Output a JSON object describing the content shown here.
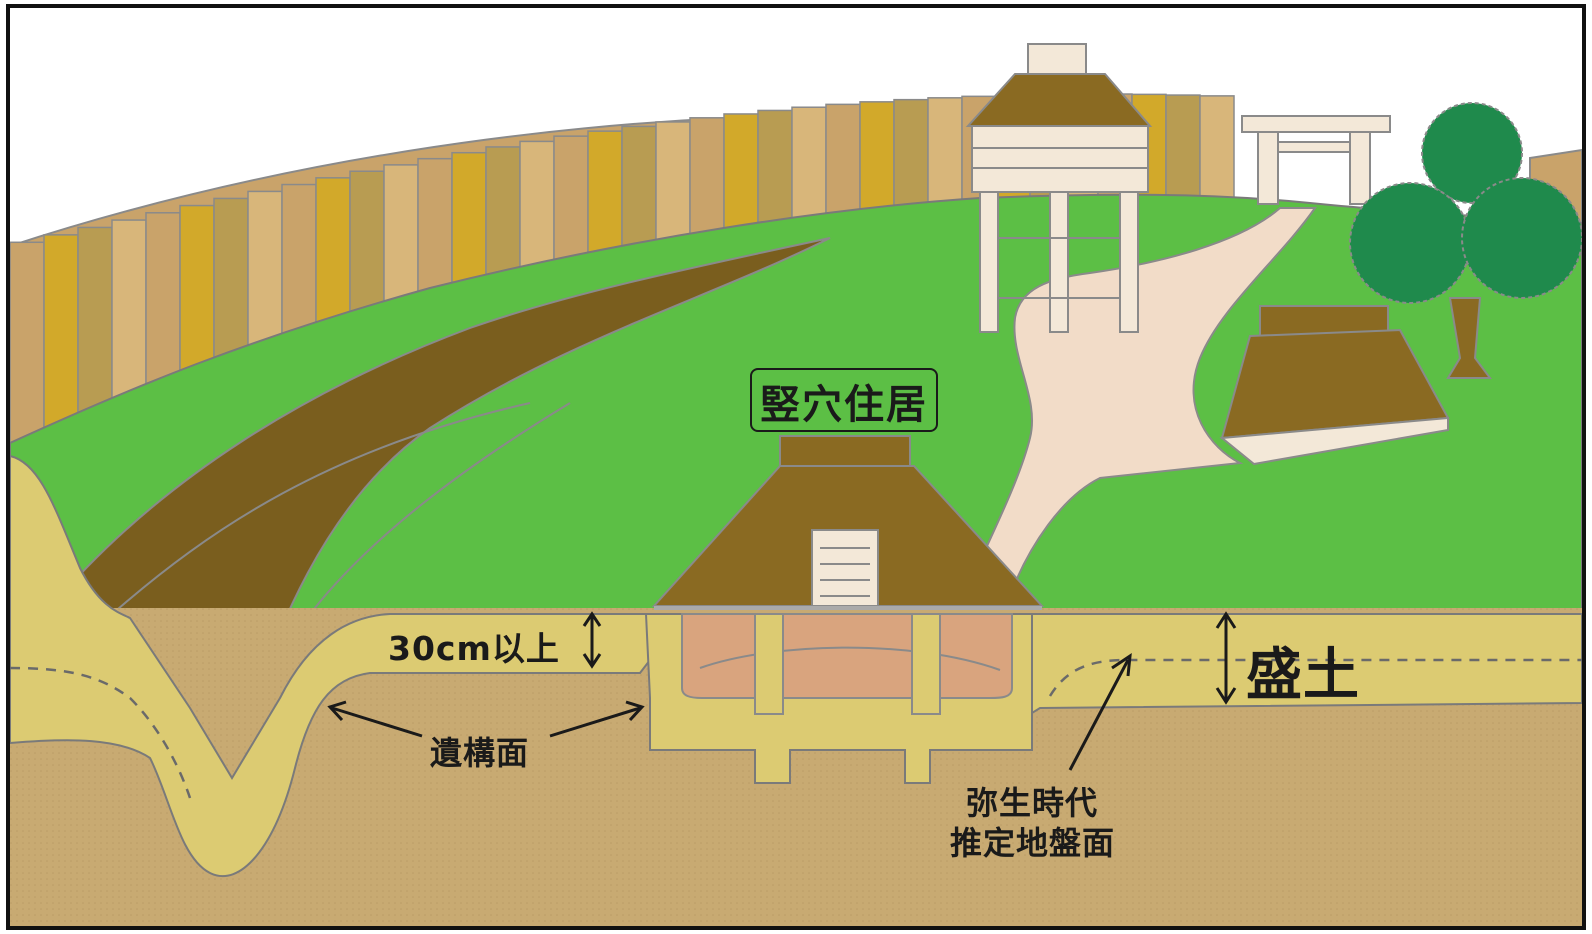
{
  "labels": {
    "pit_dwelling": "竪穴住居",
    "thickness": "30cm以上",
    "fill_soil": "盛土",
    "feature_surface": "遺構面",
    "yayoi_surface_line1": "弥生時代",
    "yayoi_surface_line2": "推定地盤面"
  },
  "colors": {
    "grass": "#5cbf45",
    "ditch_soil": "#7a5e1e",
    "roof": "#8a6a22",
    "fill_soil": "#dccb72",
    "base_soil": "#c8aa72",
    "path": "#f2dcc8",
    "tree": "#1f8a4c",
    "outline": "#7a7a7a"
  },
  "icons": [
    "up-down-arrow-icon",
    "pointer-arrow-icon"
  ]
}
